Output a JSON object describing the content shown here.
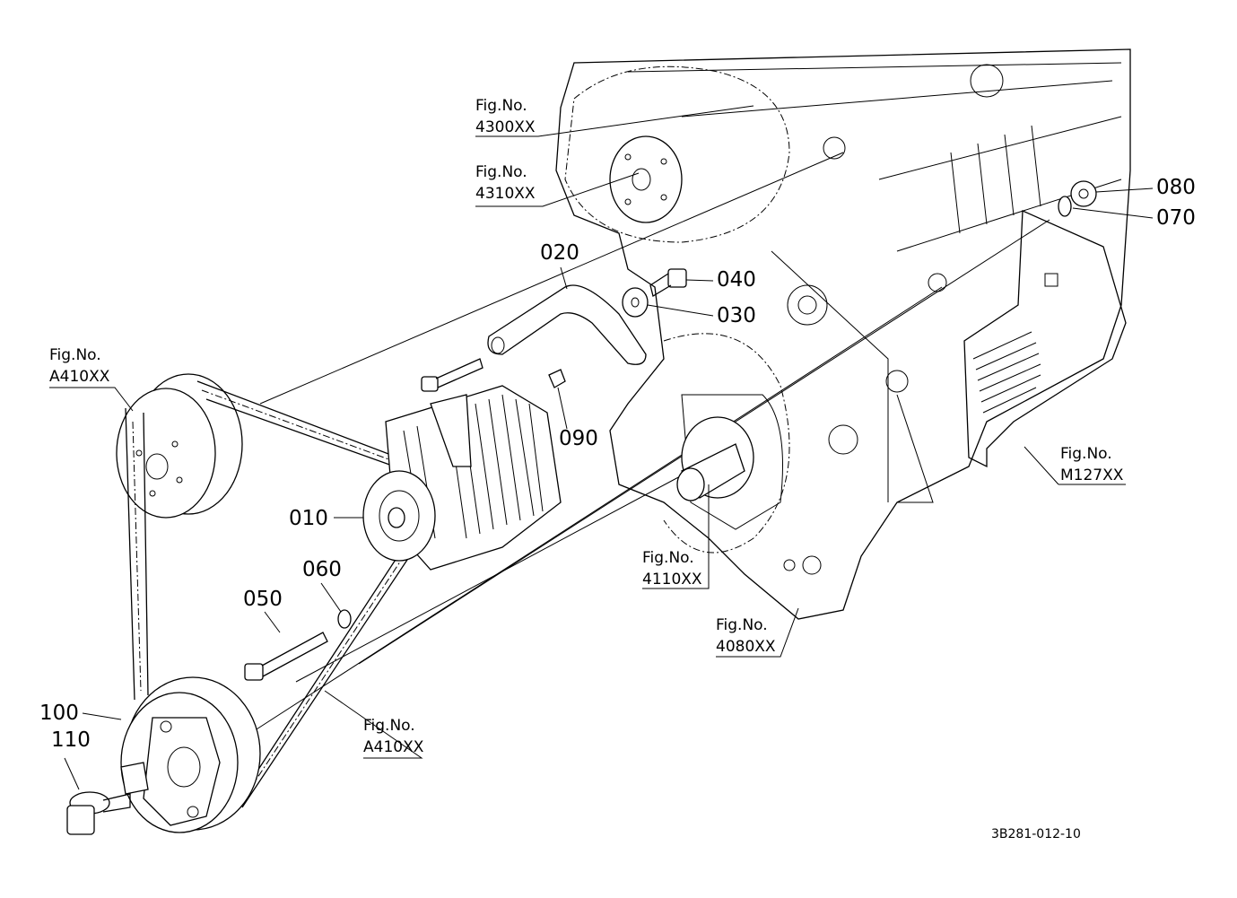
{
  "diagram_code": "3B281-012-10",
  "fig_prefix": "Fig.No.",
  "part_labels": {
    "p010": "010",
    "p020": "020",
    "p030": "030",
    "p040": "040",
    "p050": "050",
    "p060": "060",
    "p070": "070",
    "p080": "080",
    "p090": "090",
    "p100": "100",
    "p110": "110"
  },
  "figure_refs": {
    "r4300": "4300XX",
    "r4310": "4310XX",
    "rA410a": "A410XX",
    "rM127": "M127XX",
    "r4110": "4110XX",
    "r4080": "4080XX",
    "rA410b": "A410XX"
  }
}
